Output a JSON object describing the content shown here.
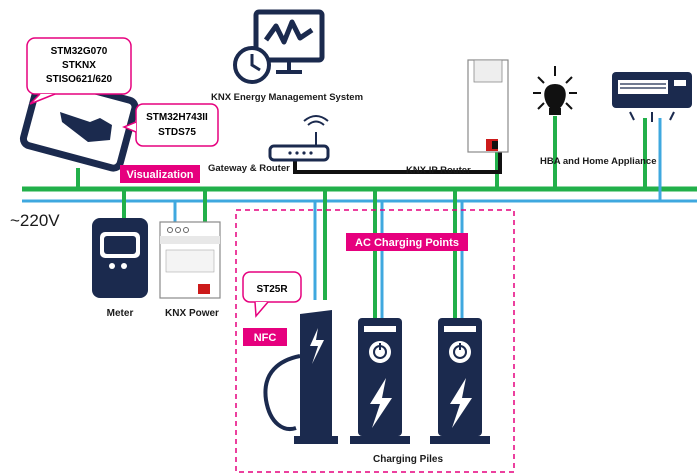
{
  "labels": {
    "chips_tablet": [
      "STM32G070",
      "STKNX",
      "STISO621/620"
    ],
    "chips_gateway": [
      "STM32H743II",
      "STDS75"
    ],
    "chips_nfc": "ST25R",
    "energy_system": "KNX Energy Management System",
    "gateway_router": "Gateway & Router",
    "ip_router": "KNX IP Router",
    "hba": "HBA and Home Appliance",
    "voltage": "~220V",
    "meter": "Meter",
    "knx_power": "KNX Power",
    "charging_piles": "Charging Piles"
  },
  "tags": {
    "visualization": "Visualization",
    "ac_points": "AC Charging Points",
    "nfc": "NFC"
  },
  "colors": {
    "knx_bus": "#22b04a",
    "power_line": "#3fa8df",
    "accent": "#e6007e",
    "device": "#1b2a4e"
  }
}
